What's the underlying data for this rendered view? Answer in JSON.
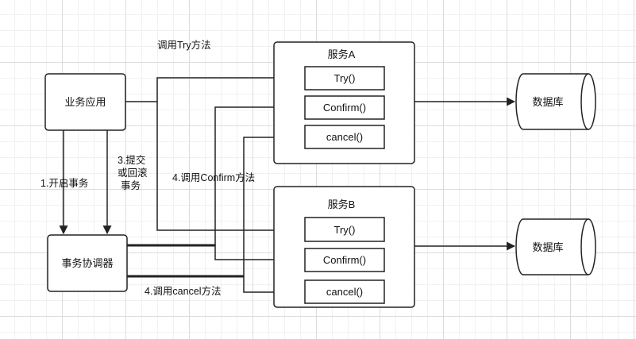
{
  "nodes": {
    "business_app": "业务应用",
    "tx_coordinator": "事务协调器",
    "service_a": {
      "title": "服务A",
      "try": "Try()",
      "confirm": "Confirm()",
      "cancel": "cancel()"
    },
    "service_b": {
      "title": "服务B",
      "try": "Try()",
      "confirm": "Confirm()",
      "cancel": "cancel()"
    },
    "database_a": "数据库",
    "database_b": "数据库"
  },
  "labels": {
    "call_try": "调用Try方法",
    "start_tx": "1.开启事务",
    "commit_or_rollback": [
      "3.提交",
      "或回滚",
      "事务"
    ],
    "call_confirm": "4.调用Confirm方法",
    "call_cancel": "4.调用cancel方法"
  },
  "colors": {
    "stroke": "#222222",
    "box_fill": "#ffffff",
    "text": "#111111"
  }
}
